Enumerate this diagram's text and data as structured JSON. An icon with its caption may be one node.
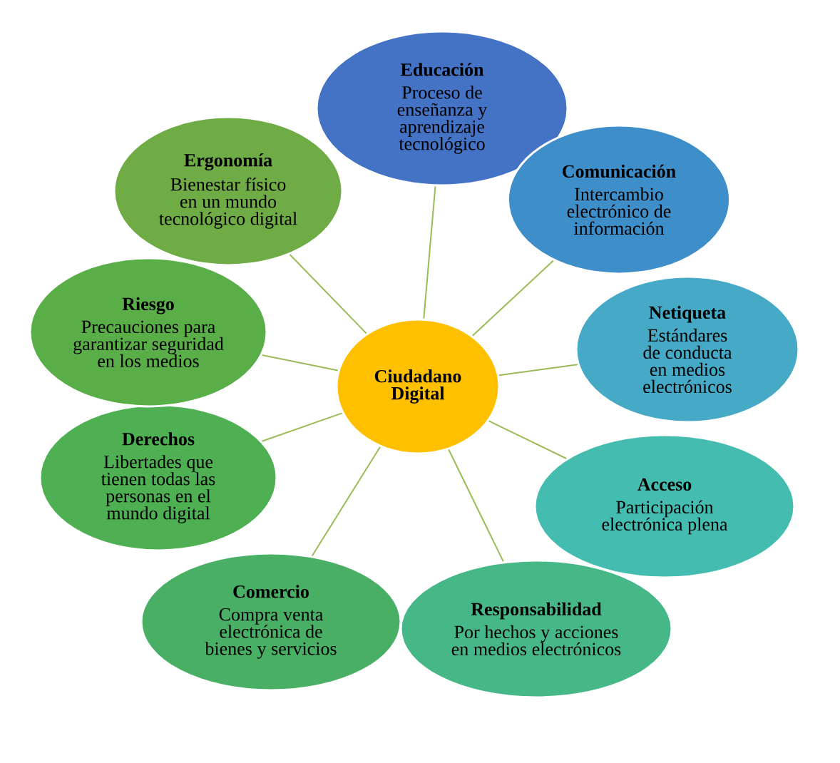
{
  "diagram": {
    "nodes": [
      {
        "text": [
          "Ciudadano Digital"
        ]
      },
      {
        "text": [
          "Educación",
          "Proceso de enseñanza y aprendizaje tecnológico"
        ]
      },
      {
        "text": [
          "Comunicación",
          "Intercambio electrónico de información"
        ]
      },
      {
        "text": [
          "Netiqueta",
          "Estándares de conducta en medios electrónicos"
        ]
      },
      {
        "text": [
          "Acceso",
          "Participación electrónica plena"
        ]
      },
      {
        "text": [
          "Responsabilidad",
          "Por hechos y acciones en medios electrónicos"
        ]
      },
      {
        "text": [
          "Comercio",
          "Compra venta electrónica de bienes y servicios"
        ]
      },
      {
        "text": [
          "Derechos",
          "Libertades que tienen todas las personas en el mundo digital"
        ]
      },
      {
        "text": [
          "Riesgo",
          "Precauciones para garantizar seguridad en los medios"
        ]
      },
      {
        "text": [
          "Ergonomía",
          "Bienestar físico en un mundo tecnológico digital"
        ]
      }
    ],
    "edges": [
      {
        "from": 0,
        "to": 1,
        "arrow": "none"
      },
      {
        "from": 0,
        "to": 2,
        "arrow": "none"
      },
      {
        "from": 0,
        "to": 3,
        "arrow": "none"
      },
      {
        "from": 0,
        "to": 4,
        "arrow": "none"
      },
      {
        "from": 0,
        "to": 5,
        "arrow": "none"
      },
      {
        "from": 0,
        "to": 6,
        "arrow": "none"
      },
      {
        "from": 0,
        "to": 7,
        "arrow": "none"
      },
      {
        "from": 0,
        "to": 8,
        "arrow": "none"
      },
      {
        "from": 0,
        "to": 9,
        "arrow": "none"
      }
    ]
  }
}
